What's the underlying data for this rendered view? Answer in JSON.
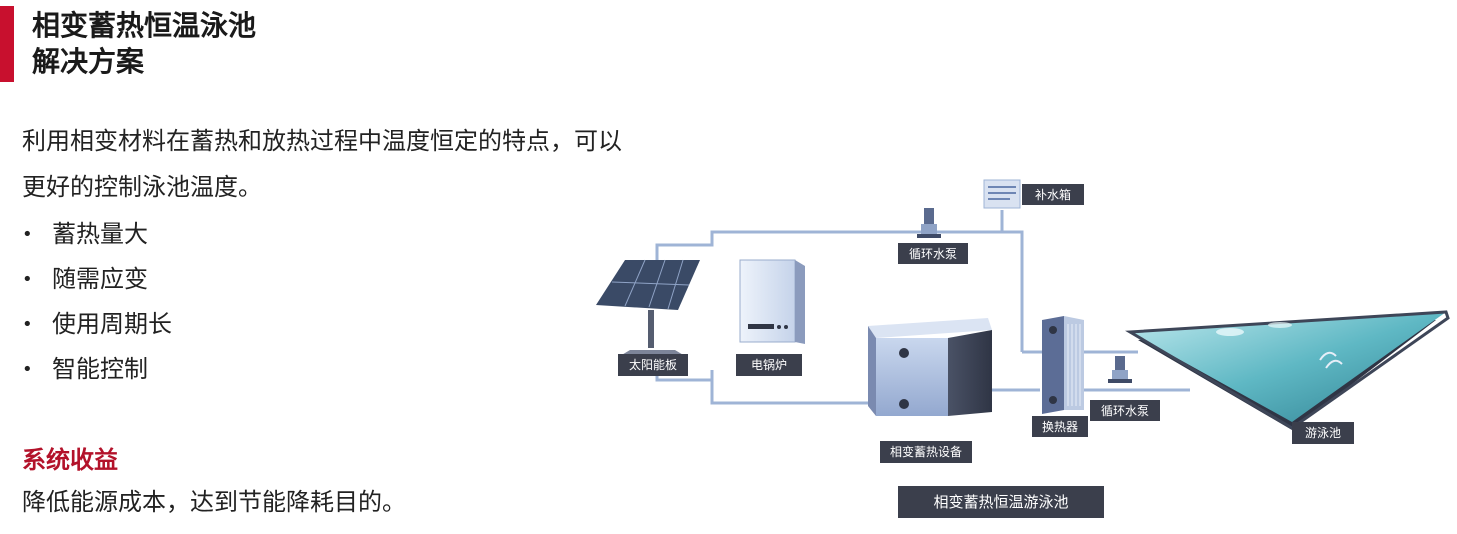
{
  "header": {
    "title_line1": "相变蓄热恒温泳池",
    "title_line2": "解决方案",
    "accent_color": "#c8102e"
  },
  "intro": {
    "line1": "利用相变材料在蓄热和放热过程中温度恒定的特点，可以",
    "line2": "更好的控制泳池温度。"
  },
  "features": [
    {
      "bullet": "•",
      "label": "蓄热量大"
    },
    {
      "bullet": "•",
      "label": "随需应变"
    },
    {
      "bullet": "•",
      "label": "使用周期长"
    },
    {
      "bullet": "•",
      "label": "智能控制"
    }
  ],
  "benefit": {
    "heading": "系统收益",
    "heading_color": "#b3122a",
    "text": "降低能源成本，达到节能降耗目的。"
  },
  "diagram": {
    "labels": {
      "solar_panel": "太阳能板",
      "electric_boiler": "电锅炉",
      "pcm_device": "相变蓄热设备",
      "pump_top": "循环水泵",
      "makeup_tank": "补水箱",
      "heat_exchanger": "换热器",
      "pump_right": "循环水泵",
      "pool": "游泳池"
    },
    "caption": "相变蓄热恒温游泳池",
    "pipe_color": "#9fb4d6",
    "label_bg_color": "#3b3f4c",
    "icons": [
      "solar-panel-icon",
      "electric-boiler-icon",
      "pcm-device-icon",
      "pump-icon",
      "makeup-tank-icon",
      "heat-exchanger-icon",
      "pool-icon"
    ]
  }
}
